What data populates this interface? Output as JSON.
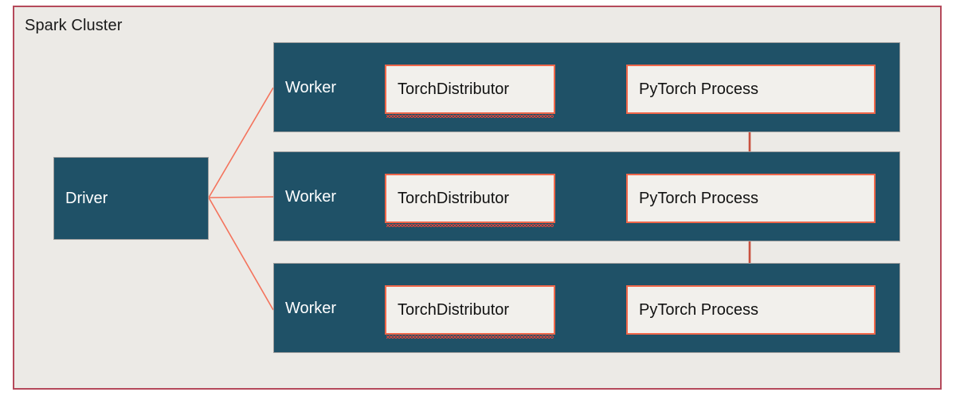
{
  "diagram": {
    "title": "Spark Cluster",
    "frame_border_color": "#B5495B",
    "background_color": "#ECEAE6",
    "node_fill_color": "#1F5167",
    "inner_box_fill_color": "#F2F0EC",
    "connector_color": "#F0674A",
    "driver": {
      "label": "Driver"
    },
    "workers": [
      {
        "label": "Worker",
        "torch_distributor": "TorchDistributor",
        "pytorch_process": "PyTorch Process"
      },
      {
        "label": "Worker",
        "torch_distributor": "TorchDistributor",
        "pytorch_process": "PyTorch Process"
      },
      {
        "label": "Worker",
        "torch_distributor": "TorchDistributor",
        "pytorch_process": "PyTorch Process"
      }
    ],
    "connectors": {
      "driver_to_worker": "line",
      "torch_to_pytorch": "arrow-right",
      "pytorch_to_pytorch": "arrow-bidirectional-vertical"
    }
  }
}
